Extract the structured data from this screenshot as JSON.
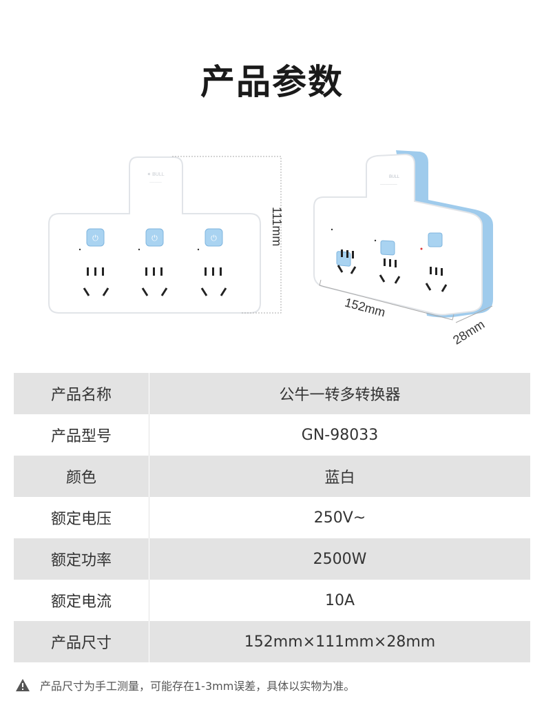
{
  "title": "产品参数",
  "product": {
    "brand_mark": "BULL",
    "dimensions": {
      "height": "111mm",
      "width": "152mm",
      "depth": "28mm"
    },
    "colors": {
      "accent": "#8ec5ec",
      "body": "#ffffff",
      "outline": "#e0e4e8"
    }
  },
  "specs": [
    {
      "label": "产品名称",
      "value": "公牛一转多转换器"
    },
    {
      "label": "产品型号",
      "value": "GN-98033"
    },
    {
      "label": "颜色",
      "value": "蓝白"
    },
    {
      "label": "额定电压",
      "value": "250V~"
    },
    {
      "label": "额定功率",
      "value": "2500W"
    },
    {
      "label": "额定电流",
      "value": "10A"
    },
    {
      "label": "产品尺寸",
      "value": "152mm×111mm×28mm"
    }
  ],
  "note": {
    "icon": "warning-icon",
    "text": "产品尺寸为手工测量，可能存在1-3mm误差，具体以实物为准。"
  }
}
